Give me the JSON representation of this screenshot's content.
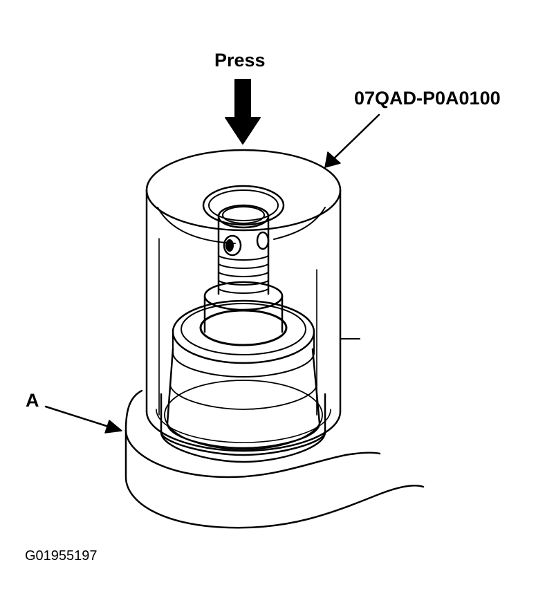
{
  "labels": {
    "press": "Press",
    "tool_number": "07QAD-P0A0100",
    "part_a": "A",
    "figure_id": "G01955197"
  },
  "colors": {
    "ink": "#000000",
    "paper": "#ffffff"
  }
}
